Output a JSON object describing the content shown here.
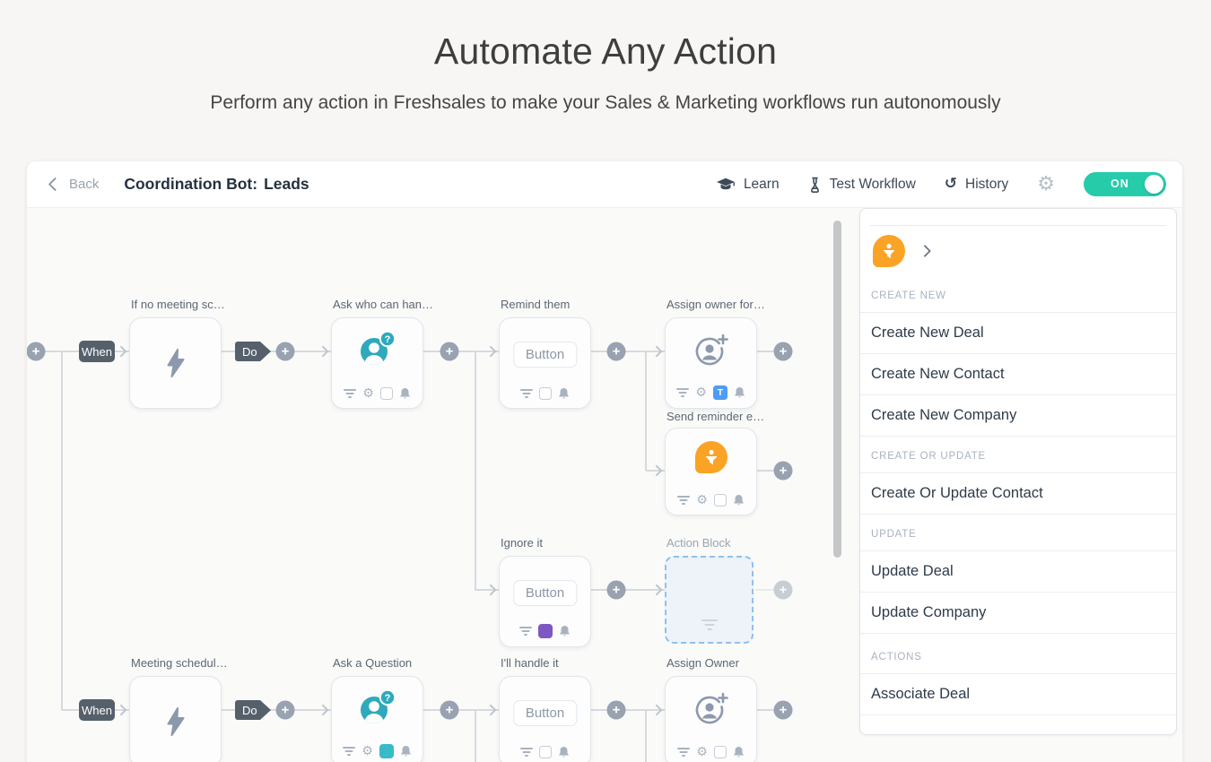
{
  "page": {
    "title": "Automate Any Action",
    "subtitle": "Perform any action in Freshsales to make your Sales & Marketing workflows run autonomously"
  },
  "toolbar": {
    "back_label": "Back",
    "bot_label": "Coordination Bot:",
    "bot_name": "Leads",
    "learn_label": "Learn",
    "test_workflow_label": "Test Workflow",
    "history_label": "History",
    "toggle_state": "ON"
  },
  "workflow": {
    "when_label": "When",
    "do_label": "Do",
    "button_label": "Button",
    "t_badge": "T",
    "nodes": {
      "trigger_no_meeting": "If no meeting sc…",
      "ask_who_can_handle": "Ask who can han…",
      "remind_them": "Remind them",
      "assign_owner_for": "Assign owner for…",
      "send_reminder_email": "Send reminder e…",
      "ignore_it": "Ignore it",
      "action_block": "Action Block",
      "meeting_scheduled": "Meeting schedul…",
      "ask_a_question": "Ask a Question",
      "ill_handle_it": "I'll handle it",
      "assign_owner": "Assign Owner"
    }
  },
  "sidebar": {
    "sections": [
      {
        "header": "CREATE NEW",
        "items": [
          "Create New Deal",
          "Create New Contact",
          "Create New Company"
        ]
      },
      {
        "header": "CREATE OR UPDATE",
        "items": [
          "Create Or Update Contact"
        ]
      },
      {
        "header": "UPDATE",
        "items": [
          "Update Deal",
          "Update Company"
        ]
      },
      {
        "header": "ACTIONS",
        "items": [
          "Associate Deal"
        ]
      }
    ]
  },
  "colors": {
    "accent_teal": "#26ccaa",
    "brand_orange": "#fba325",
    "icon_teal": "#2fa9bc",
    "badge_blue": "#4d9cf6",
    "badge_purple": "#7d58c2",
    "action_block_blue": "#8fc0ef",
    "node_icon_gray": "#8c99ac"
  }
}
